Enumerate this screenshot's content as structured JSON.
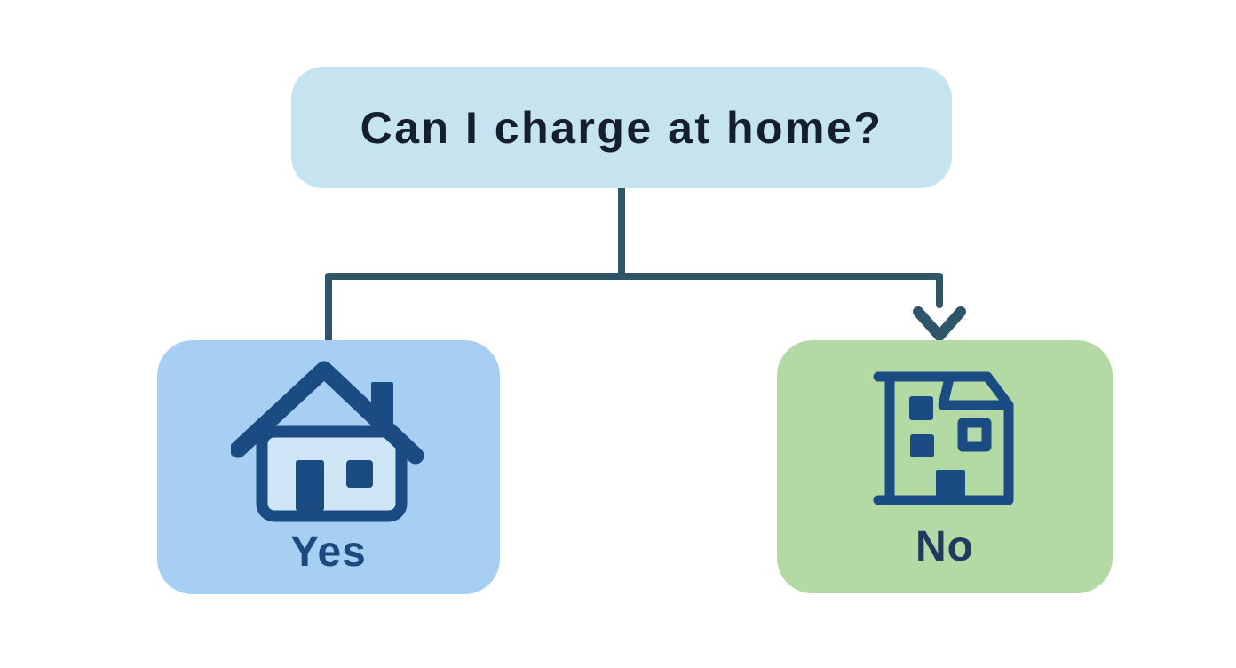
{
  "diagram": {
    "type": "decision-flowchart",
    "question_node": {
      "label": "Can I charge at home?"
    },
    "branches": [
      {
        "id": "yes",
        "label": "Yes",
        "icon": "house-icon",
        "connector": "plain-line"
      },
      {
        "id": "no",
        "label": "No",
        "icon": "building-icon",
        "connector": "arrow-down"
      }
    ],
    "colors": {
      "question_bg": "#C5E4EF",
      "yes_bg": "#A7CEF3",
      "no_bg": "#B3D9A4",
      "connector": "#2F5568",
      "icon_navy": "#1A4B82",
      "house_fill": "#CFE6F7",
      "title_text": "#151F2B",
      "yes_text": "#1D4A7E",
      "no_text": "#1F3A5F"
    }
  }
}
